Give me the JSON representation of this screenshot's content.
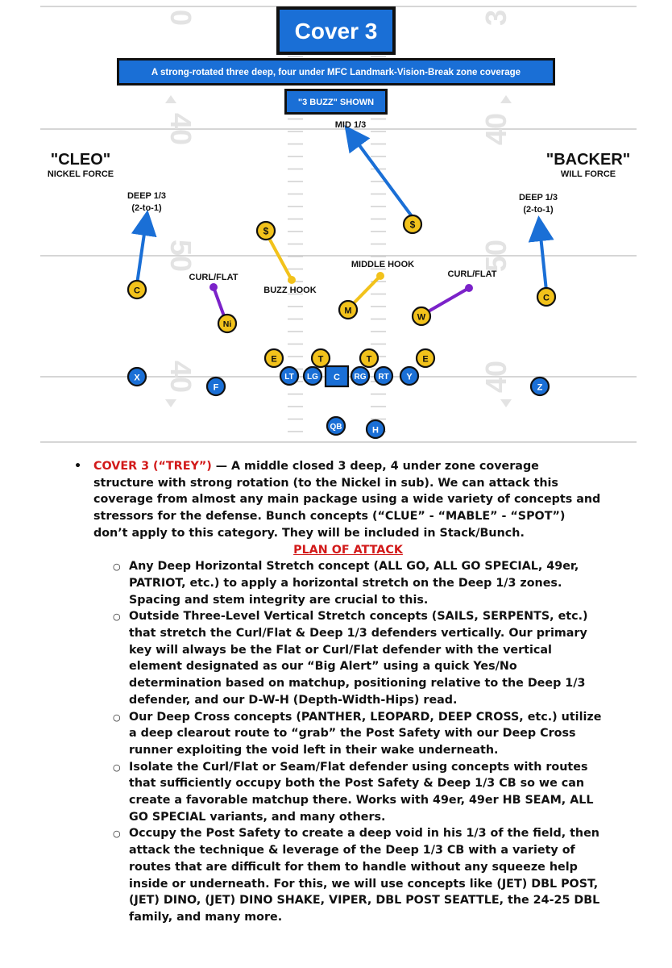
{
  "title": "Cover 3",
  "subtitle": "A strong-rotated three deep, four under MFC Landmark-Vision-Break zone coverage",
  "shown_label": "\"3 BUZZ\" SHOWN",
  "colors": {
    "blue": "#1a6fd6",
    "yellow": "#f2c21b",
    "purple": "#7b22c9",
    "red": "#d21a1a",
    "ink": "#111111",
    "field_mark": "#cfcfcf"
  },
  "field_numbers": {
    "top_left": "0",
    "top_right": "3",
    "left_40_upper": "40",
    "right_40_upper": "40",
    "left_50": "50",
    "right_50": "50",
    "left_40_lower": "40",
    "right_40_lower": "40"
  },
  "callouts": {
    "cleo_name": "\"CLEO\"",
    "cleo_role": "NICKEL FORCE",
    "backer_name": "\"BACKER\"",
    "backer_role": "WILL FORCE"
  },
  "zone_labels": {
    "mid_third": "MID 1/3",
    "deep_third_left_1": "DEEP 1/3",
    "deep_third_left_2": "(2-to-1)",
    "deep_third_right_1": "DEEP 1/3",
    "deep_third_right_2": "(2-to-1)",
    "curl_flat_left": "CURL/FLAT",
    "buzz_hook": "BUZZ HOOK",
    "middle_hook": "MIDDLE HOOK",
    "curl_flat_right": "CURL/FLAT"
  },
  "defense": {
    "free_safety": "$",
    "strong_safety": "$",
    "corner_left": "C",
    "corner_right": "C",
    "nickel": "Ni",
    "mike": "M",
    "will": "W",
    "end_left": "E",
    "tackle_left": "T",
    "tackle_right": "T",
    "end_right": "E"
  },
  "offense": {
    "x": "X",
    "f": "F",
    "lt": "LT",
    "lg": "LG",
    "c": "C",
    "rg": "RG",
    "rt": "RT",
    "y": "Y",
    "z": "Z",
    "qb": "QB",
    "h": "H"
  },
  "notes": {
    "main_head": "COVER 3 (“TREY”)",
    "main_body": " — A middle closed 3 deep, 4 under zone coverage structure with strong rotation (to the Nickel in sub). We can attack this coverage from almost any main package using a wide variety of concepts and stressors for the defense. Bunch concepts (“CLUE” - “MABLE” - “SPOT”) don’t apply to this category. They will be included in Stack/Bunch.",
    "plan_heading": "PLAN OF ATTACK",
    "points": [
      "Any Deep Horizontal Stretch concept (ALL GO, ALL GO SPECIAL, 49er, PATRIOT, etc.) to apply a horizontal stretch on the Deep 1/3 zones. Spacing and stem integrity are crucial to this.",
      "Outside Three-Level Vertical Stretch concepts (SAILS, SERPENTS, etc.) that stretch the Curl/Flat & Deep 1/3 defenders vertically. Our primary key will always be the Flat or Curl/Flat defender with the vertical element designated as our “Big Alert” using a quick Yes/No determination based on matchup, positioning relative to the Deep 1/3 defender, and our D-W-H (Depth-Width-Hips) read.",
      "Our Deep Cross concepts (PANTHER, LEOPARD, DEEP CROSS, etc.) utilize a deep clearout route to “grab” the Post Safety with our Deep Cross runner exploiting the void left in their wake underneath.",
      "Isolate the Curl/Flat or Seam/Flat defender using concepts with routes that sufficiently occupy both the Post Safety & Deep 1/3 CB so we can create a favorable matchup there. Works with 49er, 49er HB SEAM, ALL GO SPECIAL variants, and many others.",
      "Occupy the Post Safety to create a deep void in his 1/3 of the field, then attack the technique & leverage of the Deep 1/3 CB with a variety of routes that are difficult for them to handle without any squeeze help inside or underneath. For this, we will use concepts like (JET) DBL POST, (JET) DINO, (JET) DINO SHAKE, VIPER, DBL POST SEATTLE, the 24-25 DBL family, and many more."
    ]
  }
}
